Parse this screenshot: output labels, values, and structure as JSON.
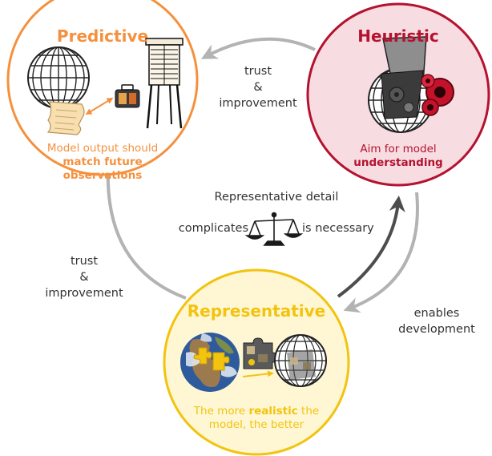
{
  "colors": {
    "predictive": "#f5913e",
    "predictive_fill": "#ffffff",
    "heuristic": "#b5122f",
    "heuristic_fill": "#f7dde2",
    "representative": "#f2c30f",
    "representative_fill": "#fff7d4",
    "arrow_light": "#b3b3b3",
    "arrow_dark": "#4d4d4d",
    "text": "#333333"
  },
  "icons": [
    "globe-grid-icon",
    "paper-scroll-icon",
    "double-arrow-icon",
    "radio-icon",
    "weather-station-icon",
    "gear-robot-icon",
    "balance-scale-icon",
    "earth-photo-icon",
    "puzzle-piece-icon"
  ],
  "predictive": {
    "title": "Predictive",
    "text_line1": "Model output should",
    "text_line2": "match future",
    "text_line3": "observations"
  },
  "heuristic": {
    "title": "Heuristic",
    "text_line1": "Aim for model",
    "text_line2": "understanding"
  },
  "representative": {
    "title": "Representative",
    "text_pre": "The more ",
    "text_bold": "realistic",
    "text_post": " the",
    "text_line2": "model, the better"
  },
  "arrows": {
    "top_left": "trust",
    "top_amp": "&",
    "top_right": "improvement",
    "left_line1": "trust",
    "left_amp": "&",
    "left_line3": "improvement",
    "right_line1": "enables",
    "right_line2": "development"
  },
  "balance": {
    "heading": "Representative detail",
    "left": "complicates",
    "right": "is necessary"
  }
}
